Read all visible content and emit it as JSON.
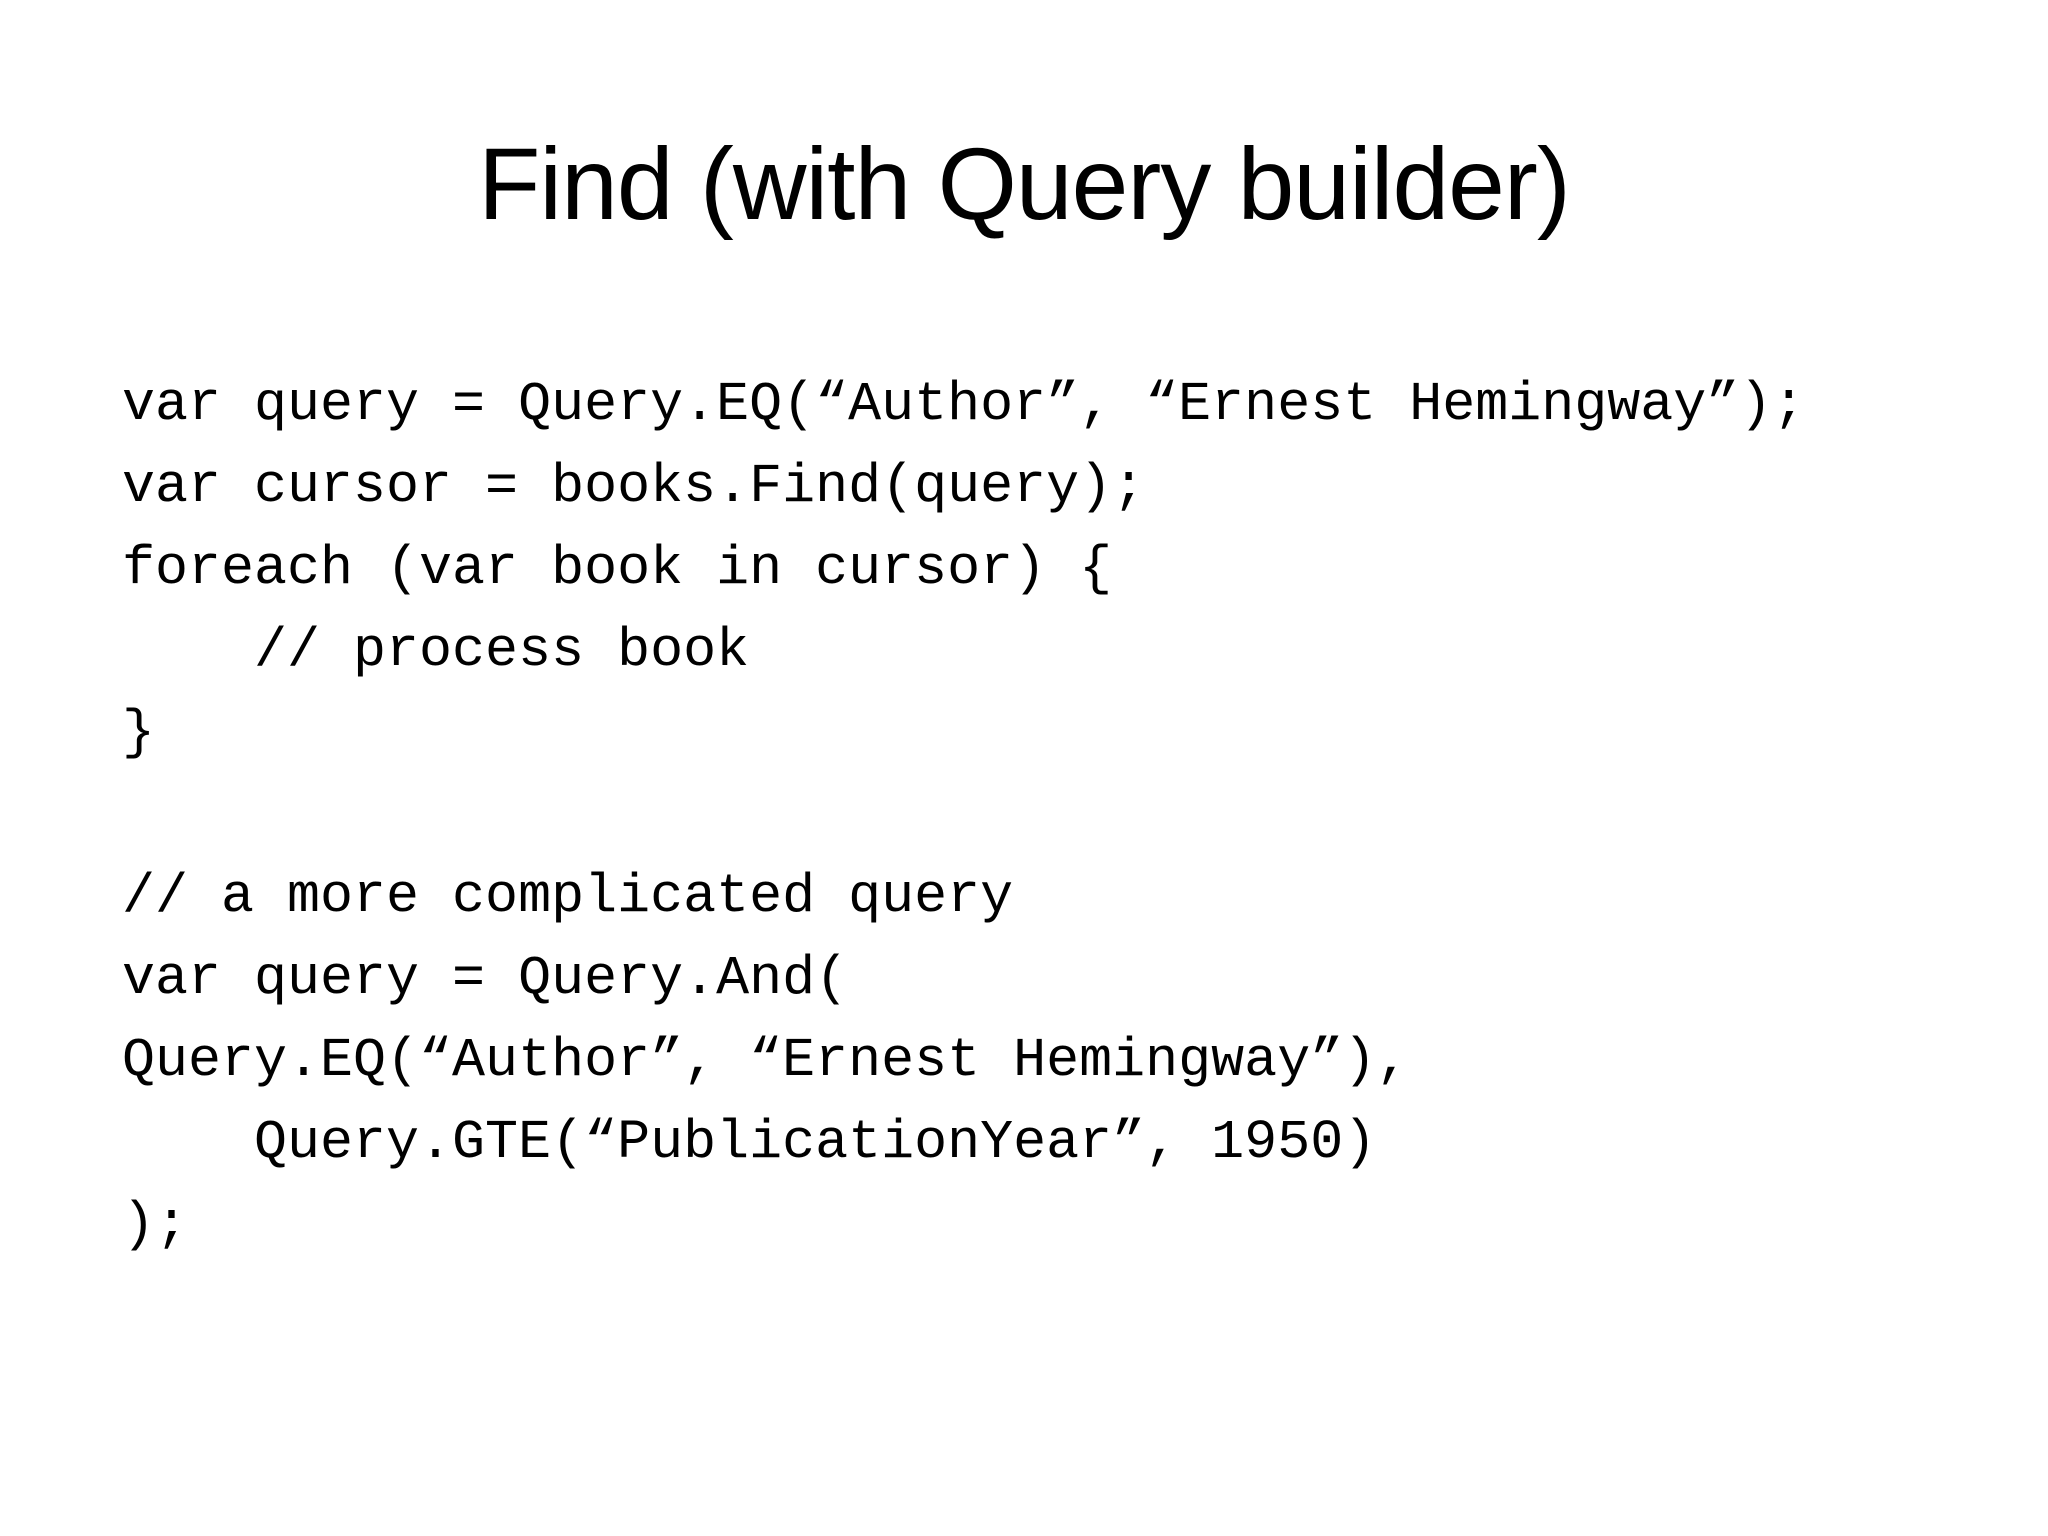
{
  "slide": {
    "title": "Find (with Query builder)",
    "code_lines": [
      "var query = Query.EQ(“Author”, “Ernest Hemingway”);",
      "var cursor = books.Find(query);",
      "foreach (var book in cursor) {",
      "    // process book",
      "}",
      "",
      "// a more complicated query",
      "var query = Query.And(",
      "Query.EQ(“Author”, “Ernest Hemingway”),",
      "    Query.GTE(“PublicationYear”, 1950)",
      ");"
    ]
  }
}
